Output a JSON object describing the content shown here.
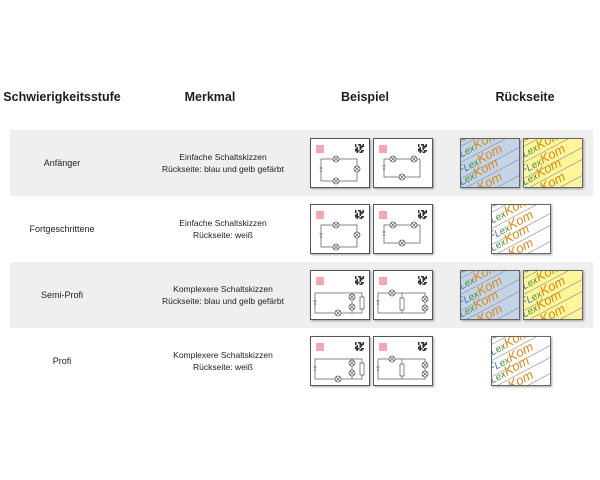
{
  "headers": {
    "level": "Schwierigkeitsstufe",
    "feature": "Merkmal",
    "example": "Beispiel",
    "back": "Rückseite"
  },
  "rows": [
    {
      "level": "Anfänger",
      "feature_line1": "Einfache Schaltskizzen",
      "feature_line2": "Rückseite: blau und gelb gefärbt",
      "example_type": "simple",
      "back_colors": [
        "#c3d3e8",
        "#fff59a"
      ]
    },
    {
      "level": "Fortgeschrittene",
      "feature_line1": "Einfache Schaltskizzen",
      "feature_line2": "Rückseite: weiß",
      "example_type": "simple",
      "back_colors": [
        "#ffffff"
      ]
    },
    {
      "level": "Semi-Profi",
      "feature_line1": "Komplexere Schaltskizzen",
      "feature_line2": "Rückseite: blau und gelb gefärbt",
      "example_type": "complex",
      "back_colors": [
        "#c3d3e8",
        "#fff59a"
      ]
    },
    {
      "level": "Profi",
      "feature_line1": "Komplexere Schaltskizzen",
      "feature_line2": "Rückseite: weiß",
      "example_type": "complex",
      "back_colors": [
        "#ffffff"
      ]
    }
  ],
  "back_logo": {
    "text_part1": "FLex",
    "text_part2": "Kom",
    "color_f": "#3a78b8",
    "color_lex": "#4a8a3a",
    "color_kom": "#d88a1a"
  },
  "colors": {
    "row_shade": "#efefef",
    "marker_pink": "#f4a7ae",
    "qr_dark": "#333333"
  }
}
